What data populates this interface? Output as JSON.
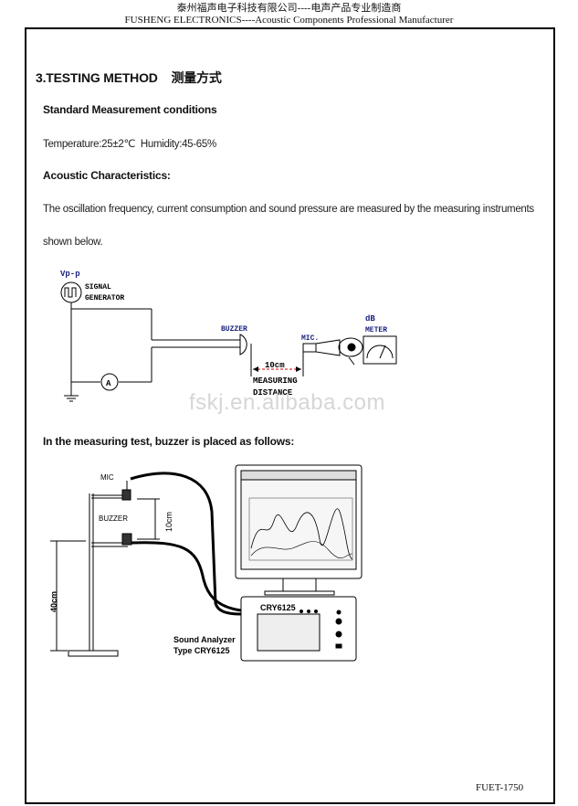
{
  "header": {
    "cn": "泰州福声电子科技有限公司----电声产品专业制造商",
    "en": "FUSHENG ELECTRONICS----Acoustic Components Professional Manufacturer"
  },
  "section": {
    "title": "3.TESTING METHOD    测量方式",
    "standard_title": "Standard Measurement conditions",
    "conditions": "Temperature:25±2℃  Humidity:45-65%",
    "acoustic_title": "Acoustic Characteristics:",
    "para_line1": "The oscillation frequency, current consumption and sound pressure are measured by the measuring instruments",
    "para_line2": "shown below.",
    "setup_title": "In the measuring test, buzzer is placed as follows:"
  },
  "diagram1": {
    "vpp": "Vp-p",
    "signal": "SIGNAL",
    "generator": "GENERATOR",
    "buzzer": "BUZZER",
    "mic": "MIC.",
    "db": "dB",
    "meter": "METER",
    "ammeter": "A",
    "distance_value": "10cm",
    "measuring": "MEASURING",
    "distance": "DISTANCE"
  },
  "diagram2": {
    "mic": "MIC",
    "buzzer": "BUZZER",
    "ten_cm": "10cm",
    "forty_cm": "40cm",
    "analyzer_model": "CRY6125",
    "analyzer_line1": "Sound Analyzer",
    "analyzer_line2": "Type CRY6125"
  },
  "watermark": "fskj.en.alibaba.com",
  "footer": "FUET-1750"
}
